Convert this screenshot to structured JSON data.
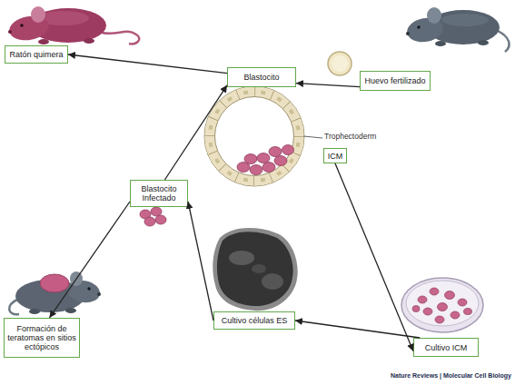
{
  "diagram": {
    "nodes": [
      {
        "text": [
          "Ratón quimera"
        ]
      },
      {
        "text": [
          "Blastocito"
        ]
      },
      {
        "text": [
          "Huevo fertilizado"
        ]
      },
      {
        "text": [
          "ICM"
        ]
      },
      {
        "text": [
          "Blastocito Infectado"
        ]
      },
      {
        "text": [
          "Cultivo células ES"
        ]
      },
      {
        "text": [
          "Formación de teratomas en sitios ectópicos"
        ]
      },
      {
        "text": [
          "Cultivo ICM"
        ]
      }
    ],
    "edges": [
      {
        "from": 2,
        "to": 1,
        "arrow": "to"
      },
      {
        "from": 1,
        "to": 0,
        "arrow": "to"
      },
      {
        "from": 3,
        "to": 7,
        "arrow": "to"
      },
      {
        "from": 7,
        "to": 5,
        "arrow": "to"
      },
      {
        "from": 5,
        "to": 4,
        "arrow": "to"
      },
      {
        "from": 4,
        "to": 1,
        "arrow": "to"
      },
      {
        "from": 4,
        "to": 6,
        "arrow": "to"
      }
    ],
    "labels": [
      "Trophectoderm",
      "Nature Reviews | Molecular Cell Biology"
    ]
  }
}
